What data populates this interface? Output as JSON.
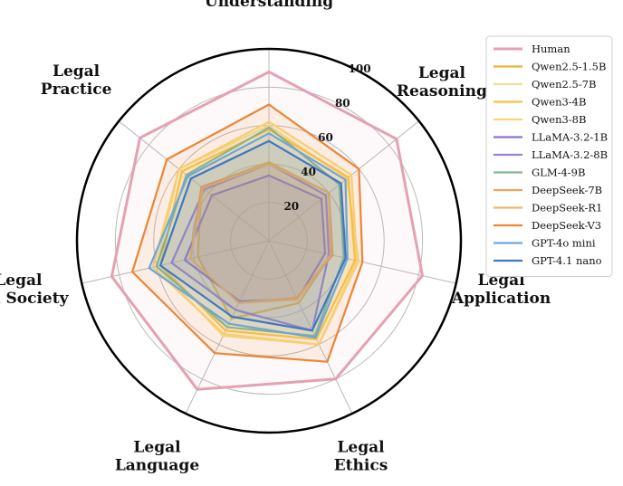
{
  "chart_data": {
    "type": "radar",
    "title": "",
    "axes": [
      [
        "Legal",
        "Understanding"
      ],
      [
        "Legal",
        "Reasoning"
      ],
      [
        "Legal",
        "Application"
      ],
      [
        "Legal",
        "Ethics"
      ],
      [
        "Legal",
        "Language"
      ],
      [
        "Legal",
        "and Society"
      ],
      [
        "Legal",
        "Practice"
      ]
    ],
    "rlim": [
      0,
      100
    ],
    "rticks": [
      20,
      40,
      60,
      80,
      100
    ],
    "grid": true,
    "legend_position": "top-right",
    "series": [
      {
        "name": "Human",
        "color": "#e4a1b2",
        "values": [
          88,
          85,
          82,
          80,
          86,
          84,
          86
        ]
      },
      {
        "name": "Qwen2.5-1.5B",
        "color": "#e7b536",
        "values": [
          41,
          40,
          33,
          36,
          45,
          38,
          45
        ]
      },
      {
        "name": "Qwen2.5-7B",
        "color": "#f1dd94",
        "values": [
          60,
          52,
          48,
          60,
          55,
          60,
          60
        ]
      },
      {
        "name": "Qwen3-4B",
        "color": "#f5c242",
        "values": [
          58,
          53,
          46,
          57,
          52,
          58,
          58
        ]
      },
      {
        "name": "Qwen3-8B",
        "color": "#fbd576",
        "values": [
          62,
          55,
          47,
          60,
          54,
          62,
          60
        ]
      },
      {
        "name": "LLaMA-3.2-1B",
        "color": "#8b72cf",
        "values": [
          34,
          35,
          30,
          34,
          35,
          45,
          38
        ]
      },
      {
        "name": "LLaMA-3.2-8B",
        "color": "#9a7fd6",
        "values": [
          40,
          38,
          32,
          52,
          40,
          52,
          43
        ]
      },
      {
        "name": "GLM-4-9B",
        "color": "#7fb896",
        "values": [
          59,
          47,
          40,
          55,
          50,
          60,
          55
        ]
      },
      {
        "name": "DeepSeek-7B",
        "color": "#f0a35e",
        "values": [
          40,
          40,
          34,
          33,
          36,
          42,
          45
        ]
      },
      {
        "name": "DeepSeek-R1",
        "color": "#f2b26c",
        "values": [
          40,
          40,
          33,
          34,
          36,
          42,
          44
        ]
      },
      {
        "name": "DeepSeek-V3",
        "color": "#eb8634",
        "values": [
          71,
          60,
          50,
          70,
          65,
          73,
          68
        ]
      },
      {
        "name": "GPT-4o mini",
        "color": "#6fa6d8",
        "values": [
          56,
          51,
          42,
          56,
          48,
          64,
          54
        ]
      },
      {
        "name": "GPT-4.1 nano",
        "color": "#3f77c4",
        "values": [
          52,
          48,
          41,
          52,
          44,
          58,
          52
        ]
      }
    ]
  }
}
